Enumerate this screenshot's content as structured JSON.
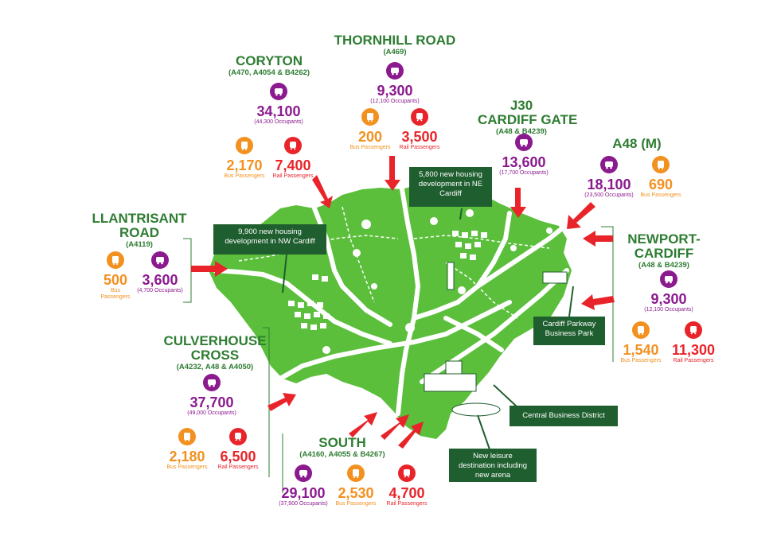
{
  "colors": {
    "map_green": "#5bbf3c",
    "dark_green": "#1f5e2e",
    "car": "#8b1a8f",
    "bus": "#f29120",
    "rail": "#e8242a",
    "arrow": "#e8242a"
  },
  "icons": {
    "car": "car-icon",
    "bus": "bus-icon",
    "rail": "train-icon"
  },
  "corridors": {
    "coryton": {
      "title": "CORYTON",
      "roads": "(A470, A4054 & B4262)",
      "car": "34,100",
      "car_sub": "(44,300 Occupants)",
      "bus": "2,170",
      "bus_sub": "Bus Passengers",
      "rail": "7,400",
      "rail_sub": "Rail Passengers"
    },
    "thornhill": {
      "title": "THORNHILL ROAD",
      "roads": "(A469)",
      "car": "9,300",
      "car_sub": "(12,100 Occupants)",
      "bus": "200",
      "bus_sub": "Bus Passengers",
      "rail": "3,500",
      "rail_sub": "Rail Passengers"
    },
    "j30": {
      "title_1": "J30",
      "title_2": "CARDIFF GATE",
      "roads": "(A48 & B4239)",
      "car": "13,600",
      "car_sub": "(17,700 Occupants)"
    },
    "a48m": {
      "title": "A48 (M)",
      "car": "18,100",
      "car_sub": "(23,500 Occupants)",
      "bus": "690",
      "bus_sub": "Bus Passengers"
    },
    "llantrisant": {
      "title_1": "LLANTRISANT",
      "title_2": "ROAD",
      "roads": "(A4119)",
      "bus": "500",
      "bus_sub_1": "Bus",
      "bus_sub_2": "Passengers",
      "car": "3,600",
      "car_sub": "(4,700 Occupants)"
    },
    "newport": {
      "title_1": "NEWPORT-",
      "title_2": "CARDIFF",
      "roads": "(A48 & B4239)",
      "car": "9,300",
      "car_sub": "(12,100 Occupants)",
      "bus": "1,540",
      "bus_sub": "Bus Passengers",
      "rail": "11,300",
      "rail_sub": "Rail Passengers"
    },
    "culverhouse": {
      "title_1": "CULVERHOUSE",
      "title_2": "CROSS",
      "roads": "(A4232, A48 & A4050)",
      "car": "37,700",
      "car_sub": "(49,000 Occupants)",
      "bus": "2,180",
      "bus_sub": "Bus Passengers",
      "rail": "6,500",
      "rail_sub": "Rail Passengers"
    },
    "south": {
      "title": "SOUTH",
      "roads": "(A4160, A4055 & B4267)",
      "car": "29,100",
      "car_sub": "(37,900 Occupants)",
      "bus": "2,530",
      "bus_sub": "Bus Passengers",
      "rail": "4,700",
      "rail_sub": "Rail Passengers"
    }
  },
  "callouts": {
    "nw": "9,900 new housing development in NW Cardiff",
    "ne": "5,800 new housing development in NE Cardiff",
    "parkway": "Cardiff Parkway Business Park",
    "cbd": "Central Business District",
    "leisure": "New leisure destination including new arena"
  }
}
